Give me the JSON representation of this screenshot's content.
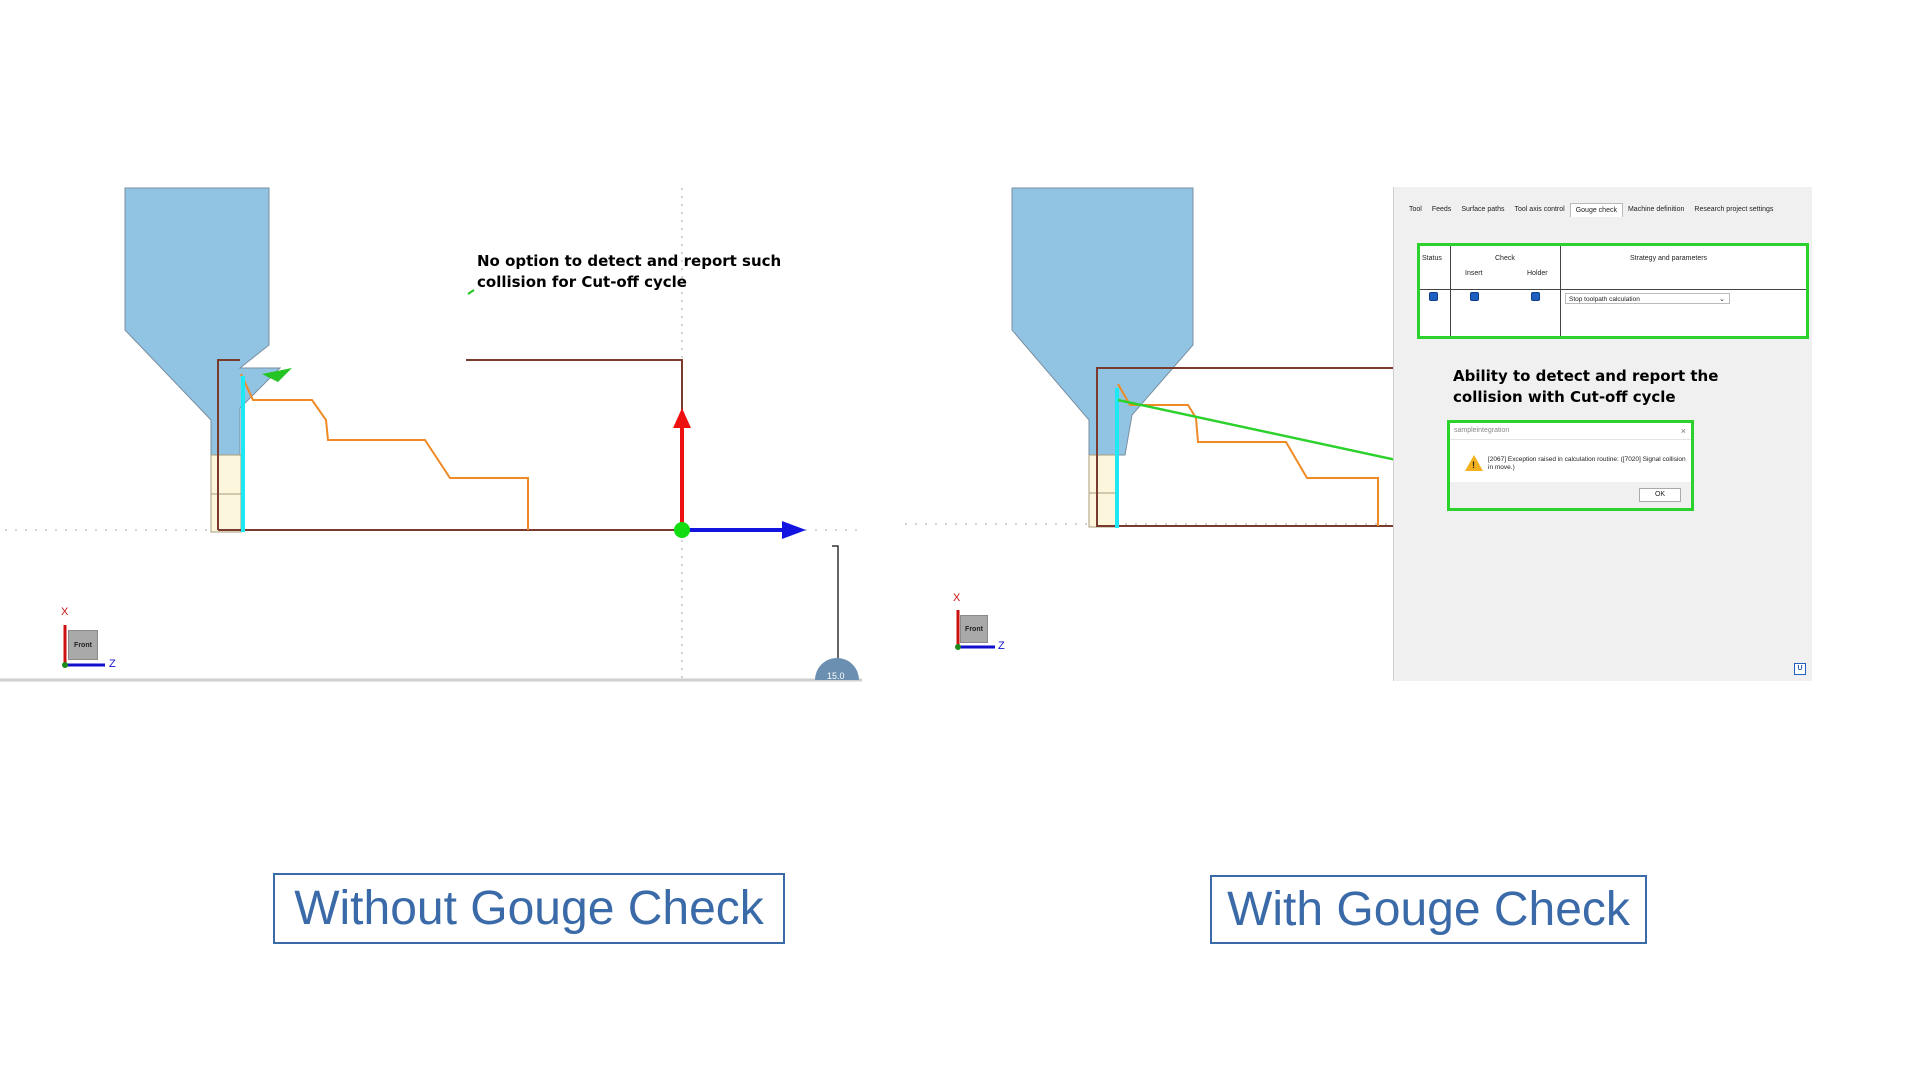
{
  "left_panel": {
    "note_line1": "No option to detect and report such",
    "note_line2": "collision for Cut-off cycle",
    "axis_cube_label": "Front",
    "axis_x": "X",
    "axis_z": "Z",
    "badge_text": "15.0"
  },
  "right_panel": {
    "tabs": [
      "Tool",
      "Feeds",
      "Surface paths",
      "Tool axis control",
      "Gouge check",
      "Machine definition",
      "Research project settings"
    ],
    "active_tab": "Gouge check",
    "table": {
      "status_header": "Status",
      "check_header": "Check",
      "insert_header": "Insert",
      "holder_header": "Holder",
      "strategy_header": "Strategy and parameters",
      "strategy_value": "Stop toolpath calculation",
      "status_checked": true,
      "insert_checked": true,
      "holder_checked": true
    },
    "note_line1": "Ability to detect and report the",
    "note_line2": "collision with Cut-off cycle",
    "dialog": {
      "title": "sampleintegration",
      "close": "×",
      "message": "[2067] Exception raised in calculation routine: ([7020] Signal collision in move.)",
      "ok_label": "OK"
    },
    "axis_cube_label": "Front",
    "axis_x": "X",
    "axis_z": "Z",
    "corner_icon": "U"
  },
  "captions": {
    "left": "Without Gouge Check",
    "right": "With Gouge Check"
  },
  "colors": {
    "holder_blue": "#91c4e3",
    "toolpath_orange": "#f08a24",
    "stock_brown": "#7a3b2e",
    "cyan_edge": "#1fe8f5",
    "highlight_green": "#2bd22b",
    "caption_blue": "#3a6aa8"
  }
}
